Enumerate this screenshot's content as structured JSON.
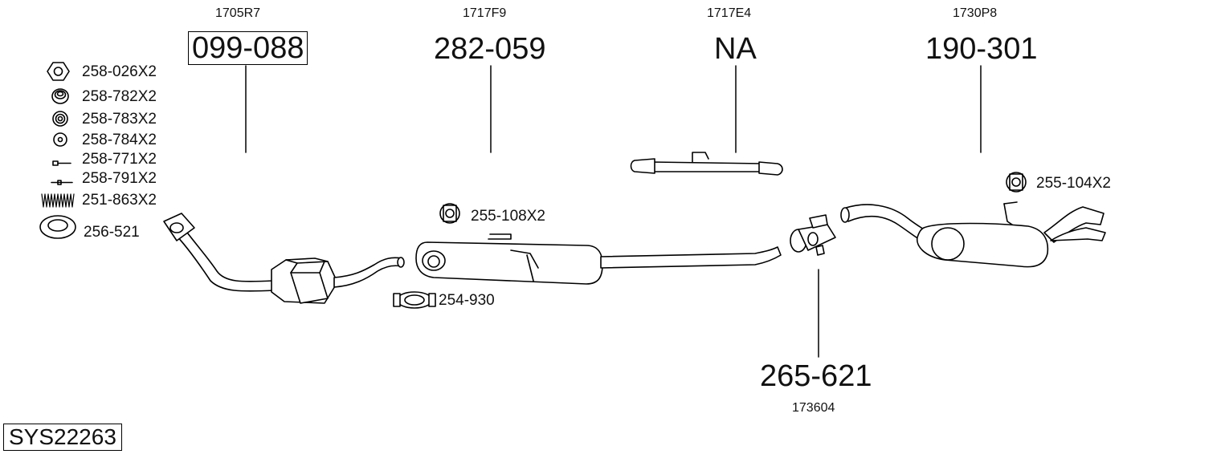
{
  "assembly": {
    "system_code": "SYS22263",
    "main_parts": [
      {
        "ref": "1705R7",
        "part_no": "099-088",
        "boxed": true
      },
      {
        "ref": "1717F9",
        "part_no": "282-059",
        "boxed": false
      },
      {
        "ref": "1717E4",
        "part_no": "NA",
        "boxed": false
      },
      {
        "ref": "1730P8",
        "part_no": "190-301",
        "boxed": false
      },
      {
        "ref": "173604",
        "part_no": "265-621",
        "boxed": false
      }
    ],
    "fittings": [
      {
        "part_no": "258-026X2",
        "icon": "hex-nut-icon"
      },
      {
        "part_no": "258-782X2",
        "icon": "spring-washer-icon"
      },
      {
        "part_no": "258-783X2",
        "icon": "washer-icon"
      },
      {
        "part_no": "258-784X2",
        "icon": "flat-washer-icon"
      },
      {
        "part_no": "258-771X2",
        "icon": "bolt-icon"
      },
      {
        "part_no": "258-791X2",
        "icon": "stud-icon"
      },
      {
        "part_no": "251-863X2",
        "icon": "coil-spring-icon"
      },
      {
        "part_no": "256-521",
        "icon": "gasket-ring-icon"
      }
    ],
    "mounts": [
      {
        "part_no": "255-108X2",
        "icon": "rubber-mount-icon"
      },
      {
        "part_no": "254-930",
        "icon": "pipe-clamp-icon"
      },
      {
        "part_no": "255-104X2",
        "icon": "rubber-mount-icon"
      }
    ],
    "line_color": "#000000",
    "fill_color": "#ffffff"
  }
}
